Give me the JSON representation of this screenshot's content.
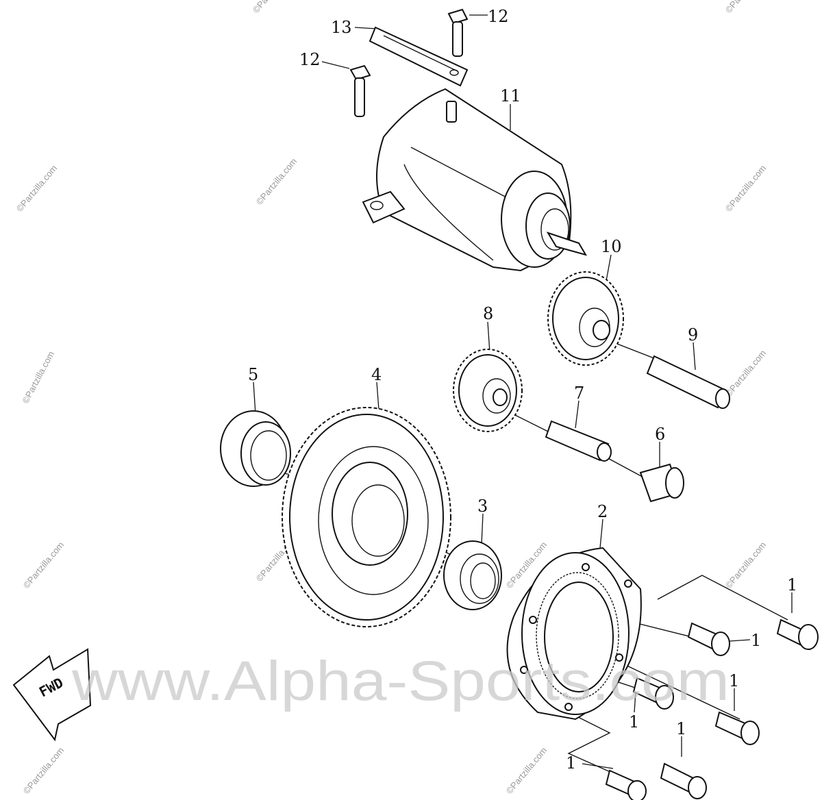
{
  "diagram": {
    "callouts": [
      {
        "id": "c13",
        "text": "13"
      },
      {
        "id": "c12a",
        "text": "12"
      },
      {
        "id": "c12b",
        "text": "12"
      },
      {
        "id": "c11",
        "text": "11"
      },
      {
        "id": "c10",
        "text": "10"
      },
      {
        "id": "c9",
        "text": "9"
      },
      {
        "id": "c8",
        "text": "8"
      },
      {
        "id": "c7",
        "text": "7"
      },
      {
        "id": "c6",
        "text": "6"
      },
      {
        "id": "c5",
        "text": "5"
      },
      {
        "id": "c4",
        "text": "4"
      },
      {
        "id": "c3",
        "text": "3"
      },
      {
        "id": "c2",
        "text": "2"
      },
      {
        "id": "c1a",
        "text": "1"
      },
      {
        "id": "c1b",
        "text": "1"
      },
      {
        "id": "c1c",
        "text": "1"
      },
      {
        "id": "c1d",
        "text": "1"
      },
      {
        "id": "c1e",
        "text": "1"
      },
      {
        "id": "c1f",
        "text": "1"
      }
    ],
    "direction_arrow": "FWD",
    "watermark_small": "©Partzilla.com",
    "watermark_large": "www.Alpha-Sports.com"
  }
}
